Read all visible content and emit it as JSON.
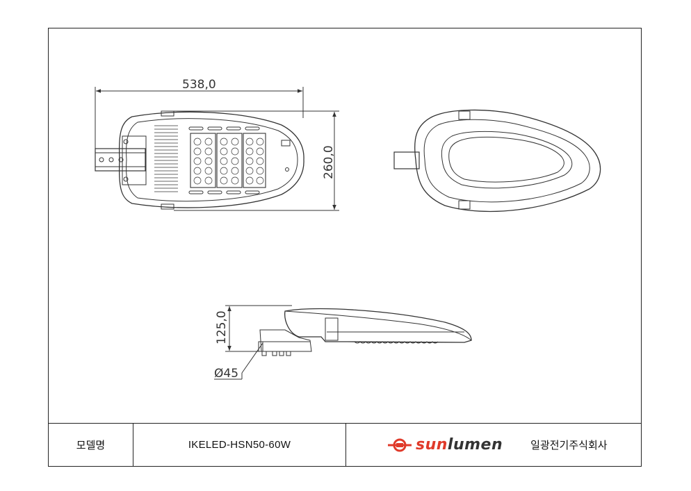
{
  "drawing": {
    "dimensions": {
      "length": "538,0",
      "width": "260,0",
      "height": "125,0",
      "pipe_diameter": "Ø45"
    }
  },
  "title_block": {
    "model_label": "모델명",
    "model_value": "IKELED-HSN50-60W",
    "brand_prefix": "sun",
    "brand_suffix": "lumen",
    "company_name": "일광전기주식회사"
  },
  "colors": {
    "line": "#333333",
    "brand_red": "#e03a2a"
  },
  "icons": [
    "sunlumen-logo-icon"
  ]
}
